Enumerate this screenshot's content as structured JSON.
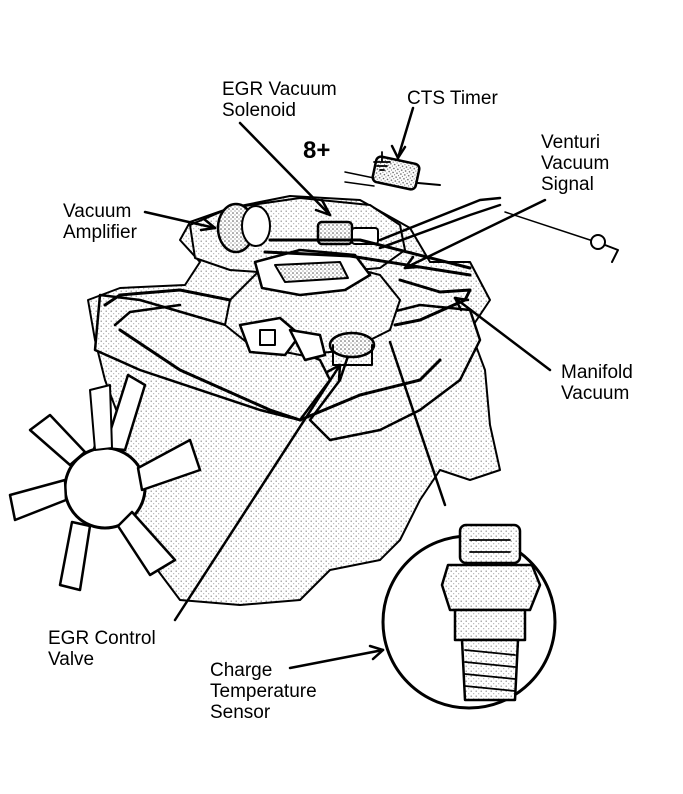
{
  "labels": {
    "egr_vacuum_solenoid": [
      "EGR Vacuum",
      "Solenoid"
    ],
    "cts_timer": [
      "CTS Timer"
    ],
    "battery": [
      "8+"
    ],
    "venturi_vacuum_signal": [
      "Venturi",
      "Vacuum",
      "Signal"
    ],
    "vacuum_amplifier": [
      "Vacuum",
      "Amplifier"
    ],
    "manifold_vacuum": [
      "Manifold",
      "Vacuum"
    ],
    "egr_control_valve": [
      "EGR Control",
      "Valve"
    ],
    "charge_temperature_sensor": [
      "Charge",
      "Temperature",
      "Sensor"
    ]
  },
  "colors": {
    "ink": "#000000",
    "paper": "#ffffff",
    "stipple": "#9a9a9a"
  }
}
